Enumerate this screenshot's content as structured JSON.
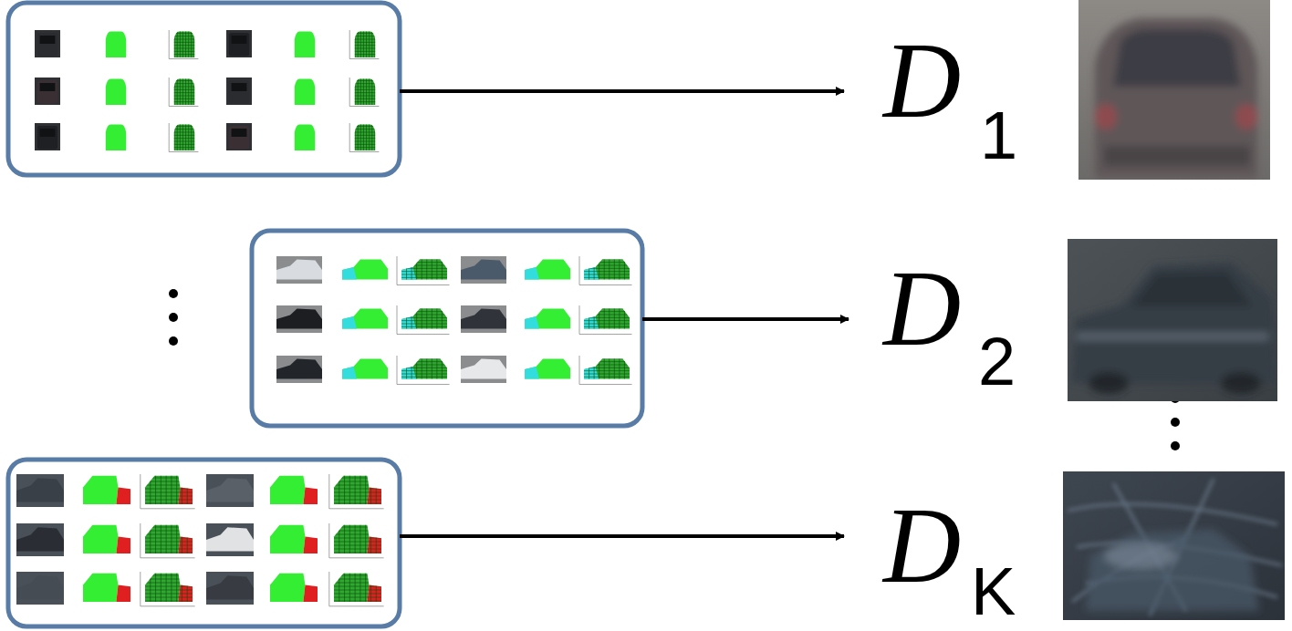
{
  "diagram": {
    "labels": [
      "D",
      "1",
      "D",
      "2",
      "D",
      "K"
    ]
  }
}
